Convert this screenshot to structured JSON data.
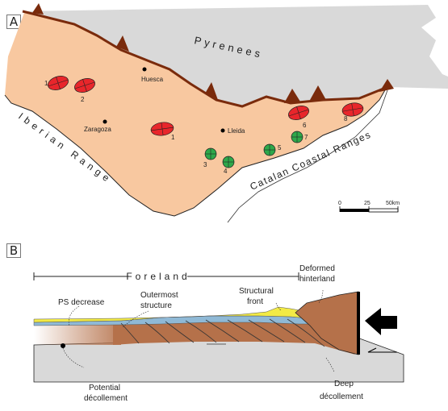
{
  "panel_a": {
    "tag": "A",
    "region_labels": {
      "pyrenees": "Pyrenees",
      "iberian_range": "Iberian Range",
      "catalan_coastal_ranges": "Catalan Coastal Ranges"
    },
    "cities": [
      {
        "name": "Huesca"
      },
      {
        "name": "Zaragoza"
      },
      {
        "name": "Lleida"
      }
    ],
    "red_sites": [
      "1",
      "2",
      "1",
      "6",
      "8"
    ],
    "green_sites": [
      "3",
      "4",
      "5",
      "7"
    ],
    "scale": {
      "ticks": [
        "0",
        "25",
        "50km"
      ]
    }
  },
  "panel_b": {
    "tag": "B",
    "foreland": "Foreland",
    "deformed_hinterland_line1": "Deformed",
    "deformed_hinterland_line2": "hinterland",
    "ps_decrease": "PS decrease",
    "outermost_line1": "Outermost",
    "outermost_line2": "structure",
    "structural_line1": "Structural",
    "structural_line2": "front",
    "potential_line1": "Potential",
    "potential_line2": "décollement",
    "deep_line1": "Deep",
    "deep_line2": "décollement"
  },
  "colors": {
    "basin_fill": "#f8c8a0",
    "mountains": "#d9d9d9",
    "thrust_front": "#7a2b0c",
    "red_site": "#e8262b",
    "green_site": "#2ea84a",
    "hinterland": "#b5714a",
    "blue_layer": "#8fb9d6",
    "yellow_layer": "#f2ea45",
    "basement": "#d9d9d9"
  }
}
